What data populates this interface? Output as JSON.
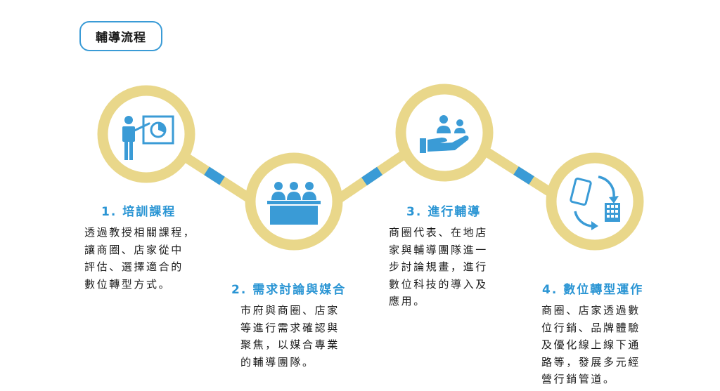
{
  "header": {
    "title": "輔導流程"
  },
  "colors": {
    "ring": "#e9d78a",
    "accent": "#3a9bd6",
    "text": "#1a1a1a"
  },
  "steps": [
    {
      "title": "1. 培訓課程",
      "icon": "presentation-icon",
      "desc_lines": [
        "透過教授相關課程，",
        "讓商圈、店家從中",
        "評估、選擇適合的",
        "數位轉型方式。"
      ]
    },
    {
      "title": "2. 需求討論與媒合",
      "icon": "meeting-icon",
      "desc_lines": [
        "市府與商圈、店家",
        "等進行需求確認與",
        "聚焦，以媒合專業",
        "的輔導團隊。"
      ]
    },
    {
      "title": "3. 進行輔導",
      "icon": "hand-support-icon",
      "desc_lines": [
        "商圈代表、在地店",
        "家與輔導團隊進一",
        "步討論規畫，進行",
        "數位科技的導入及",
        "應用。"
      ]
    },
    {
      "title": "4. 數位轉型運作",
      "icon": "digital-transform-icon",
      "desc_lines": [
        "商圈、店家透過數",
        "位行銷、品牌體驗",
        "及優化線上線下通",
        "路等，發展多元經",
        "營行銷管道。"
      ]
    }
  ]
}
